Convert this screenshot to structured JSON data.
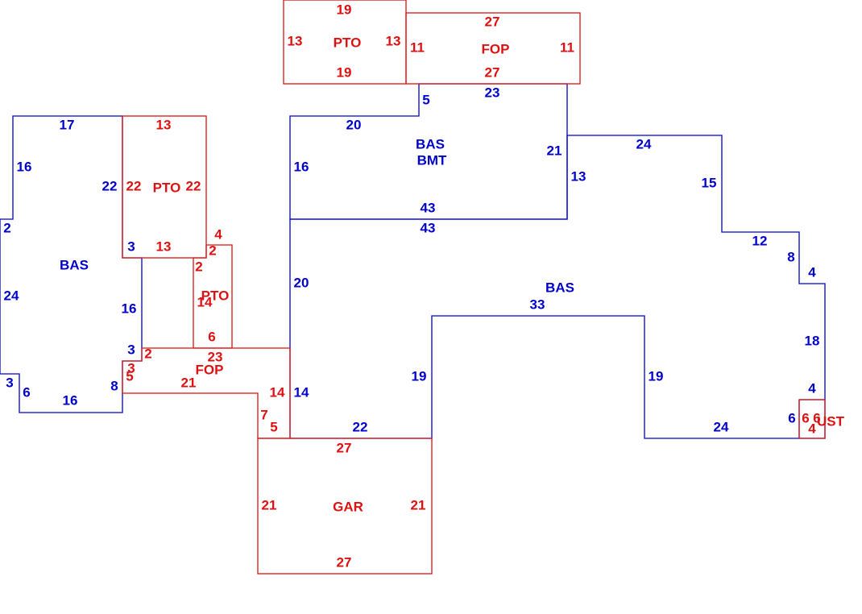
{
  "colors": {
    "main_area": "#0000cc",
    "addition_area": "#dd1111",
    "background": "#ffffff"
  },
  "areas": {
    "bas_left": "BAS",
    "bas_bmt_1": "BAS",
    "bas_bmt_2": "BMT",
    "bas_main": "BAS",
    "pto_top": "PTO",
    "fop_top": "FOP",
    "pto_left": "PTO",
    "pto_small": "PTO",
    "fop_bottom": "FOP",
    "gar": "GAR",
    "ust": "UST"
  },
  "dims": {
    "bl_top": "17",
    "bl_left_upper": "16",
    "bl_notch": "2",
    "bl_left": "24",
    "bl_bottom_left": "3",
    "bl_bottom_step": "6",
    "bl_bottom": "16",
    "bl_right_lower": "8",
    "bl_right_step": "3",
    "bl_right": "16",
    "bl_right_upper": "22",
    "bl_right_top_step": "3",
    "pl_top": "13",
    "pl_left": "22",
    "pl_right": "22",
    "pl_bottom": "13",
    "ps_top": "4",
    "ps_right_top": "2",
    "ps_left": "2",
    "ps_inner": "14",
    "ps_bottom": "6",
    "fb_top": "23",
    "fb_left_top": "2",
    "fb_left_a": "3",
    "fb_left_b": "5",
    "fb_bottom": "21",
    "fb_right": "14",
    "g_step_a": "7",
    "g_step_b": "5",
    "g_top": "27",
    "g_left": "21",
    "g_right": "21",
    "g_bottom": "27",
    "pt_top": "19",
    "pt_left": "13",
    "pt_right": "13",
    "pt_bottom": "19",
    "ft_top": "27",
    "ft_left": "11",
    "ft_right": "11",
    "ft_bottom": "27",
    "bm_step": "5",
    "bm_top_right": "23",
    "bm_top": "20",
    "bm_left": "16",
    "bm_right": "21",
    "bm_bottom": "43",
    "m_top": "43",
    "m_left_upper": "20",
    "m_left_lower": "14",
    "m_bottom_left": "22",
    "m_ell_top": "24",
    "m_ell_right": "13",
    "m_right_upper": "15",
    "m_step_a": "12",
    "m_step_b": "8",
    "m_step_c": "4",
    "m_right": "18",
    "m_ust_top": "4",
    "m_ust_left": "6",
    "m_bottom_right": "24",
    "m_inner_right": "19",
    "m_inner_top": "33",
    "m_inner_left": "19",
    "u_left": "6",
    "u_right": "6",
    "u_bottom": "4"
  }
}
